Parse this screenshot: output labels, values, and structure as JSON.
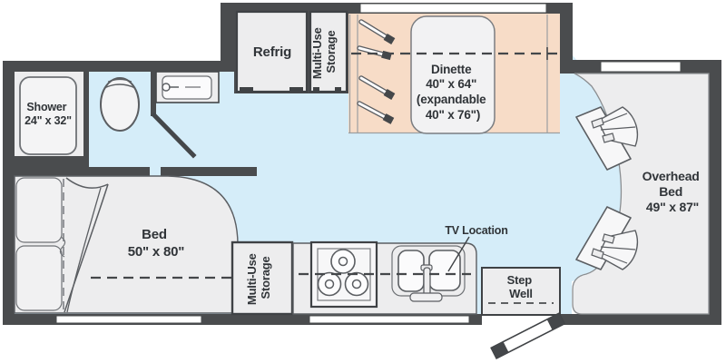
{
  "colors": {
    "wall": "#4a4c4e",
    "floor_main": "#d5edf9",
    "slide_out": "#f7dcc7",
    "room_fill": "#ededee",
    "object_fill": "#f7f7f8",
    "text": "#303438"
  },
  "labels": {
    "shower": [
      "Shower",
      "24\" x 32\""
    ],
    "refrig": [
      "Refrig"
    ],
    "storage_top": [
      "Multi-Use",
      "Storage"
    ],
    "dinette": [
      "Dinette",
      "40\" x 64\"",
      "(expandable",
      "40\" x 76\")"
    ],
    "overhead_bed": [
      "Overhead",
      "Bed",
      "49\" x 87\""
    ],
    "bed": [
      "Bed",
      "50\" x 80\""
    ],
    "storage_bottom": [
      "Multi-Use",
      "Storage"
    ],
    "tv_location": [
      "TV Location"
    ],
    "step_well": [
      "Step",
      "Well"
    ]
  }
}
